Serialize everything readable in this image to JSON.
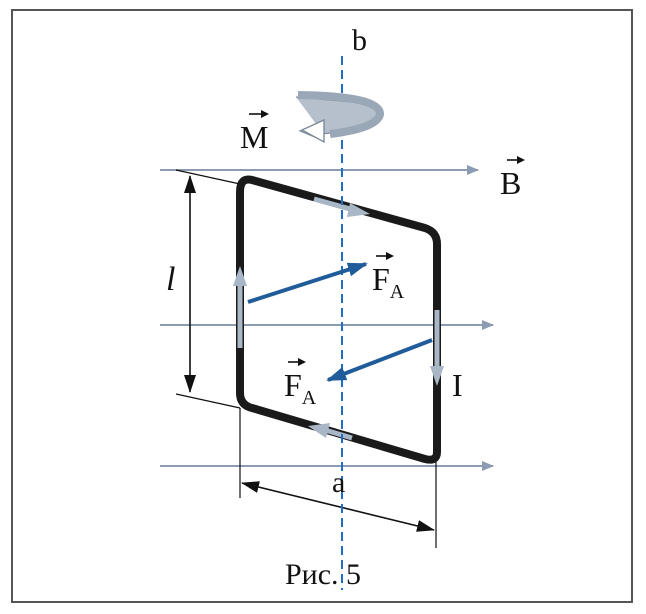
{
  "caption": "Рис. 5",
  "labels": {
    "axis": "b",
    "moment": "M",
    "field": "B",
    "length": "l",
    "width": "a",
    "current": "I",
    "force_upper": "F",
    "force_upper_sub": "A",
    "force_lower": "F",
    "force_lower_sub": "A"
  },
  "colors": {
    "frame_border": "#555555",
    "field_lines": "#8a9bb3",
    "force_arrows": "#1f5c99",
    "axis_line": "#1f6fc8",
    "current_arrows": "#a9b6c6",
    "loop": "#1a1a1a"
  }
}
